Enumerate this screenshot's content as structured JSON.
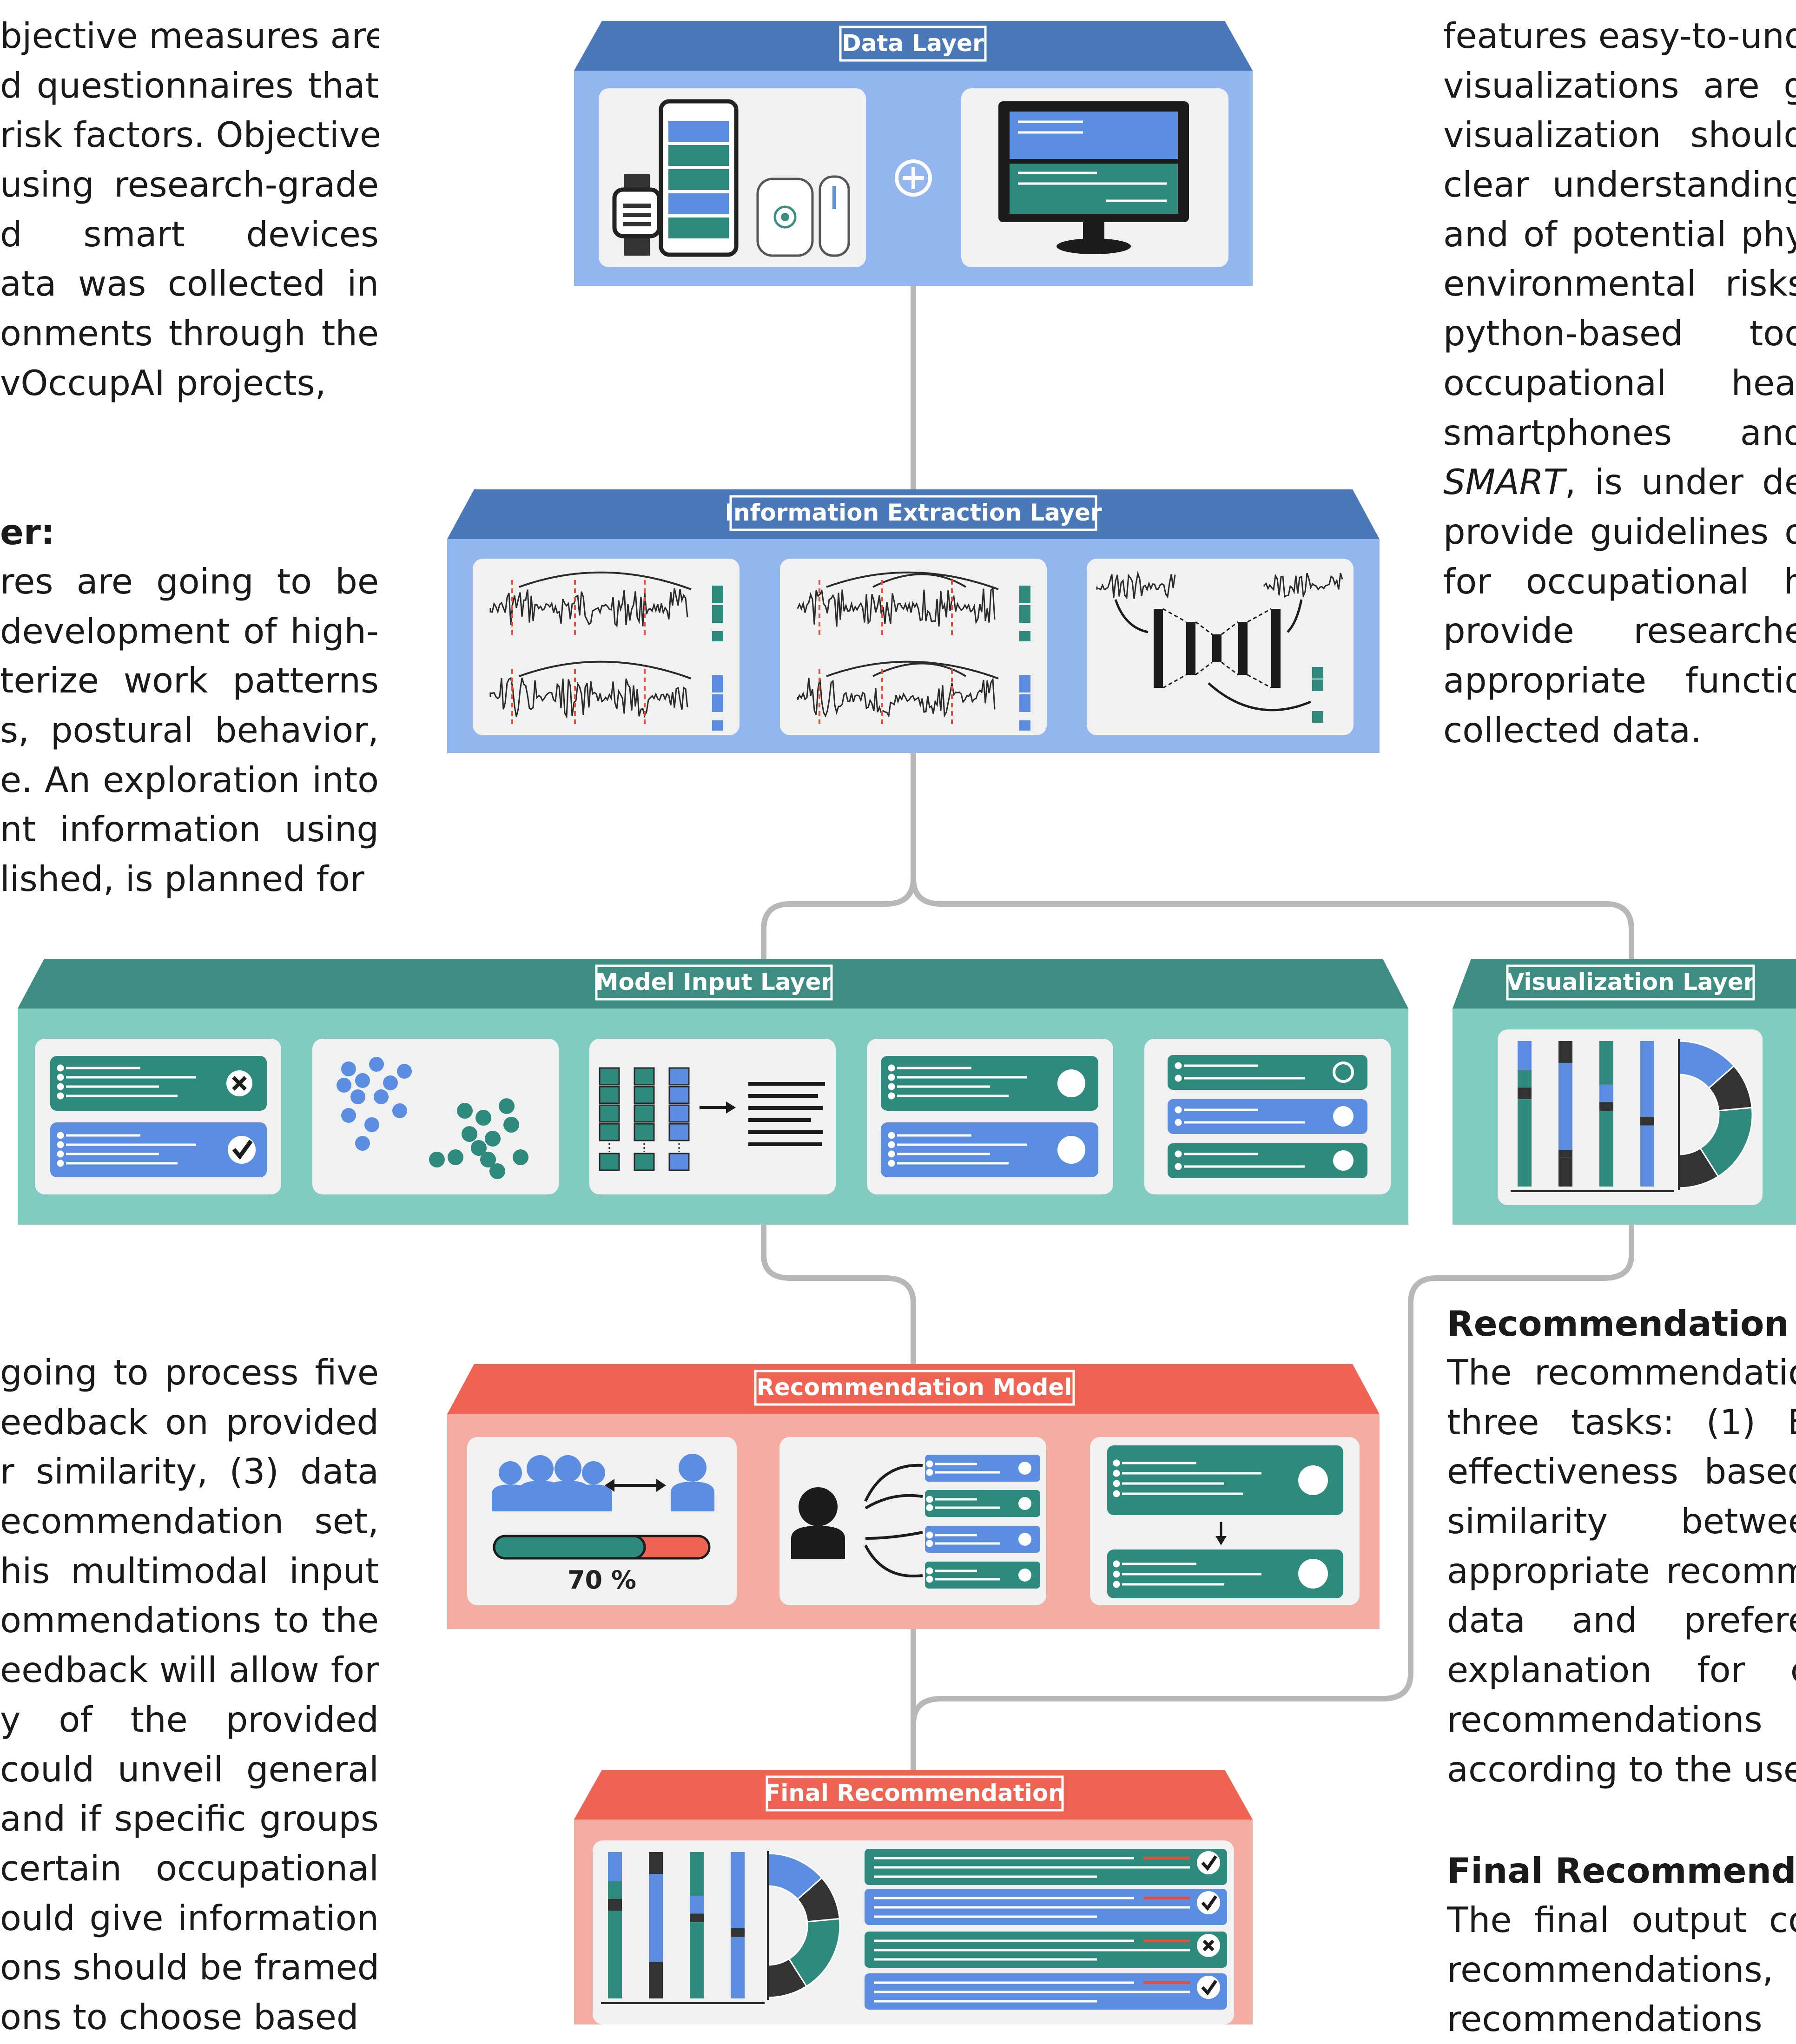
{
  "diagram": {
    "layers": {
      "data": "Data Layer",
      "info": "Information Extraction Layer",
      "model_input": "Model Input Layer",
      "visualization": "Visualization Layer",
      "recommendation": "Recommendation Model",
      "final": "Final Recommendation"
    },
    "similarity_percent": "70 %",
    "colors": {
      "blue_dark": "#4a78b8",
      "blue_light": "#94b6ef",
      "blue_mark": "#5b8ee0",
      "teal_dark": "#3e8d83",
      "teal_light": "#82cbc0",
      "teal_mark": "#2e8a7c",
      "red_dark": "#ee6352",
      "red_light": "#f5aca3",
      "card": "#f1f1f1",
      "connector": "#b8b8b8"
    },
    "icons": [
      "smartwatch-icon",
      "smartphone-icon",
      "wearable-sensor-icon",
      "plus-circle-icon",
      "desktop-monitor-icon",
      "signal-waveform-icon",
      "autoencoder-icon",
      "x-mark-icon",
      "checkmark-icon",
      "scatter-clusters-icon",
      "users-group-icon",
      "double-arrow-icon",
      "user-icon",
      "stacked-bar-icon",
      "donut-chart-icon"
    ]
  },
  "text": {
    "left_top": [
      "bjective measures are",
      "d questionnaires that",
      "risk factors. Objective",
      "using research-grade",
      "d smart devices",
      "ata was collected in",
      "onments through the",
      "vOccupAI projects,"
    ],
    "left_mid_heading": "er:",
    "left_mid": [
      "res are going to be",
      "development of high-",
      "terize work patterns",
      "s, postural behavior,",
      "e. An exploration into",
      "nt information using",
      "lished, is planned for"
    ],
    "left_bottom": [
      "going to process five",
      "eedback on provided",
      "r similarity, (3) data",
      "ecommendation set,",
      "his multimodal input",
      "ommendations to the",
      "eedback will allow for",
      "y of the provided",
      "could unveil general",
      "and if specific groups",
      "certain occupational",
      "ould give information",
      "ons should be framed",
      "ons to choose based"
    ],
    "right_top": [
      "features easy-to-und",
      "visualizations are g",
      "visualization should",
      "clear understanding",
      "and of potential phy",
      "environmental risks",
      "python-based too",
      "occupational heal",
      "smartphones and",
      "SMART, is under de",
      "provide guidelines o",
      "for occupational h",
      "provide researche",
      "appropriate functio",
      "collected data."
    ],
    "right_mid_heading": "Recommendation M",
    "right_mid": [
      "The recommendatio",
      "three tasks: (1) E",
      "effectiveness based",
      "similarity betwee",
      "appropriate recomm",
      "data and prefere",
      "explanation for c",
      "recommendations",
      "according to the use"
    ],
    "right_bottom_heading": "Final Recommenda",
    "right_bottom": [
      "The final output co",
      "recommendations, f",
      "recommendations"
    ]
  }
}
